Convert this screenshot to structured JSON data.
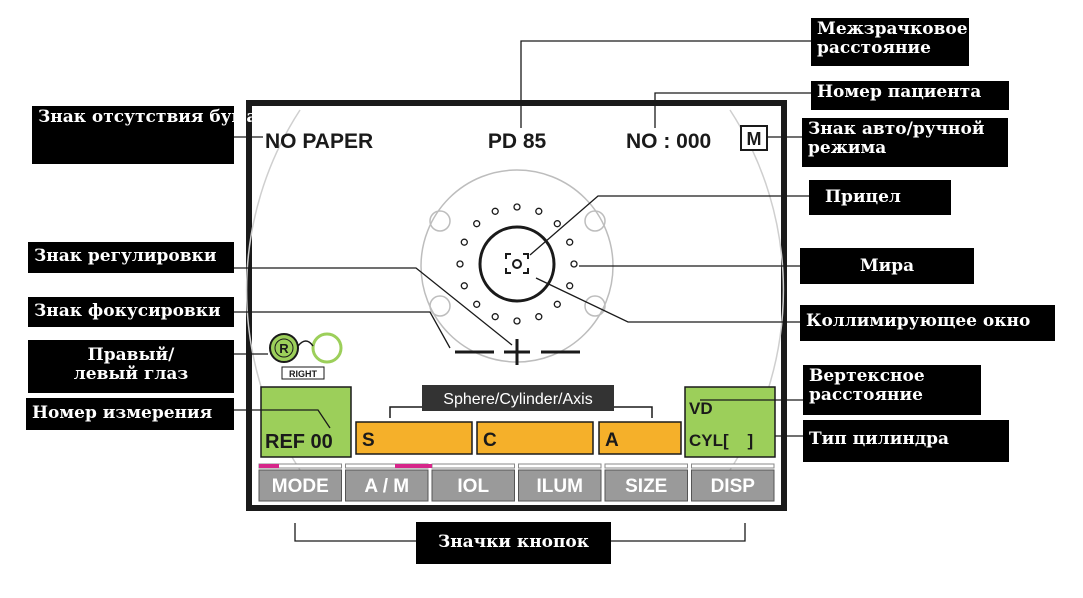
{
  "screen": {
    "no_paper": "NO PAPER",
    "pd": "PD 85",
    "patient_no": "NO : 000",
    "mode_mark": "M",
    "eye_mark": "R",
    "eye_side": "RIGHT",
    "ref_count": "REF 00",
    "sca_caption": "Sphere/Cylinder/Axis",
    "sphere": "S",
    "cylinder": "C",
    "axis": "A",
    "vd": "VD",
    "cyl_type": "CYL[    ]",
    "buttons": [
      "MODE",
      "A / M",
      "IOL",
      "ILUM",
      "SIZE",
      "DISP"
    ]
  },
  "callouts": {
    "no_paper": "Знак отсутствия бумаги",
    "pd": "Межзрачковое расстояние",
    "patient_no": "Номер пациента",
    "mode": "Знак авто/ручной режима",
    "target": "Прицел",
    "alignment": "Знак регулировки",
    "mire": "Мира",
    "focus": "Знак фокусировки",
    "collimating": "Коллимирующее окно",
    "eye": "Правый/ левый глаз",
    "vertex": "Вертексное расстояние",
    "measurement": "Номер измерения",
    "cyl_type": "Тип цилиндра",
    "buttons": "Значки кнопок"
  },
  "colors": {
    "green_box": "#9ccf5a",
    "orange_box": "#f5b02a",
    "pink_indicator": "#d6268a",
    "button_bg": "#9a9a9a",
    "label_bg": "#000000"
  }
}
